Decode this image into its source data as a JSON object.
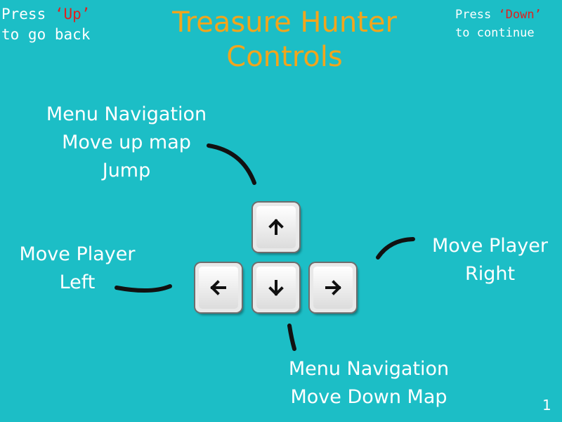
{
  "header": {
    "back_hint": {
      "line1_prefix": "Press ",
      "line1_key": "‘Up’",
      "line2": "to go back"
    },
    "continue_hint": {
      "line1_prefix": "Press ",
      "line1_key": "‘Down’",
      "line2": "to continue"
    },
    "title_line1": "Treasure Hunter",
    "title_line2": "Controls"
  },
  "labels": {
    "up": [
      "Menu Navigation",
      "Move up map",
      "Jump"
    ],
    "left": [
      "Move Player",
      "Left"
    ],
    "right": [
      "Move Player",
      "Right"
    ],
    "down": [
      "Menu Navigation",
      "Move Down Map"
    ]
  },
  "keys": {
    "up_icon": "arrow-up-icon",
    "left_icon": "arrow-left-icon",
    "down_icon": "arrow-down-icon",
    "right_icon": "arrow-right-icon"
  },
  "page_number": "1",
  "colors": {
    "background": "#1cbec6",
    "title": "#f2a51c",
    "key_highlight": "#e0201e",
    "text": "#ffffff"
  }
}
